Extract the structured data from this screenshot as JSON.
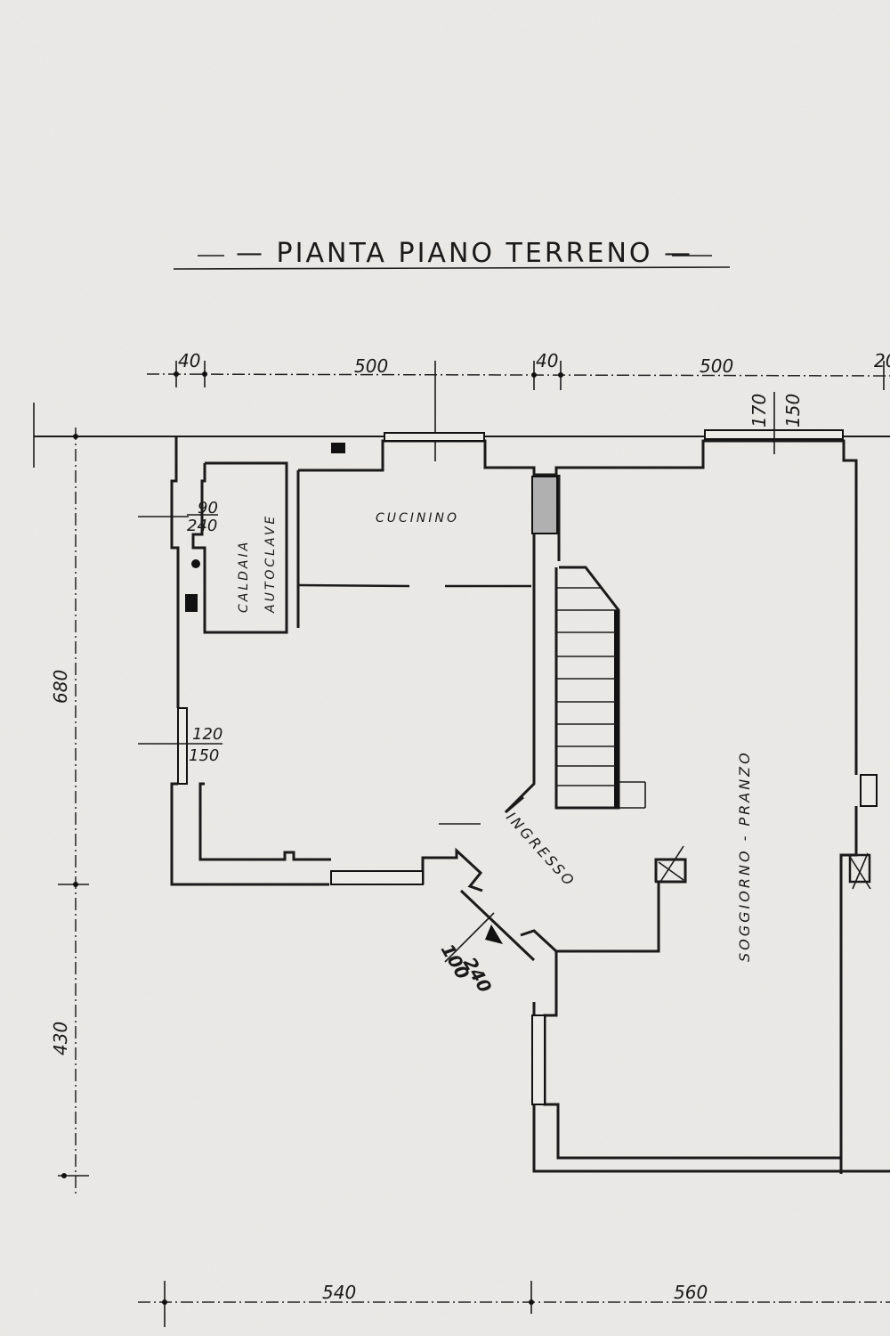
{
  "title": "PIANTA PIANO TERRENO",
  "dimensions": {
    "top": [
      "40",
      "500",
      "40",
      "500",
      "20"
    ],
    "window_top_right": [
      "170",
      "150"
    ],
    "window_left_upper": [
      "90",
      "240"
    ],
    "window_left_lower": [
      "120",
      "150"
    ],
    "entrance_door": [
      "100",
      "240"
    ],
    "left": [
      "680",
      "430"
    ],
    "bottom": [
      "540",
      "560"
    ]
  },
  "rooms": {
    "cucinino": "CUCININO",
    "caldaia": "CALDAIA",
    "autoclave": "AUTOCLAVE",
    "ingresso": "INGRESSO",
    "soggiorno": "SOGGIORNO - PRANZO"
  }
}
